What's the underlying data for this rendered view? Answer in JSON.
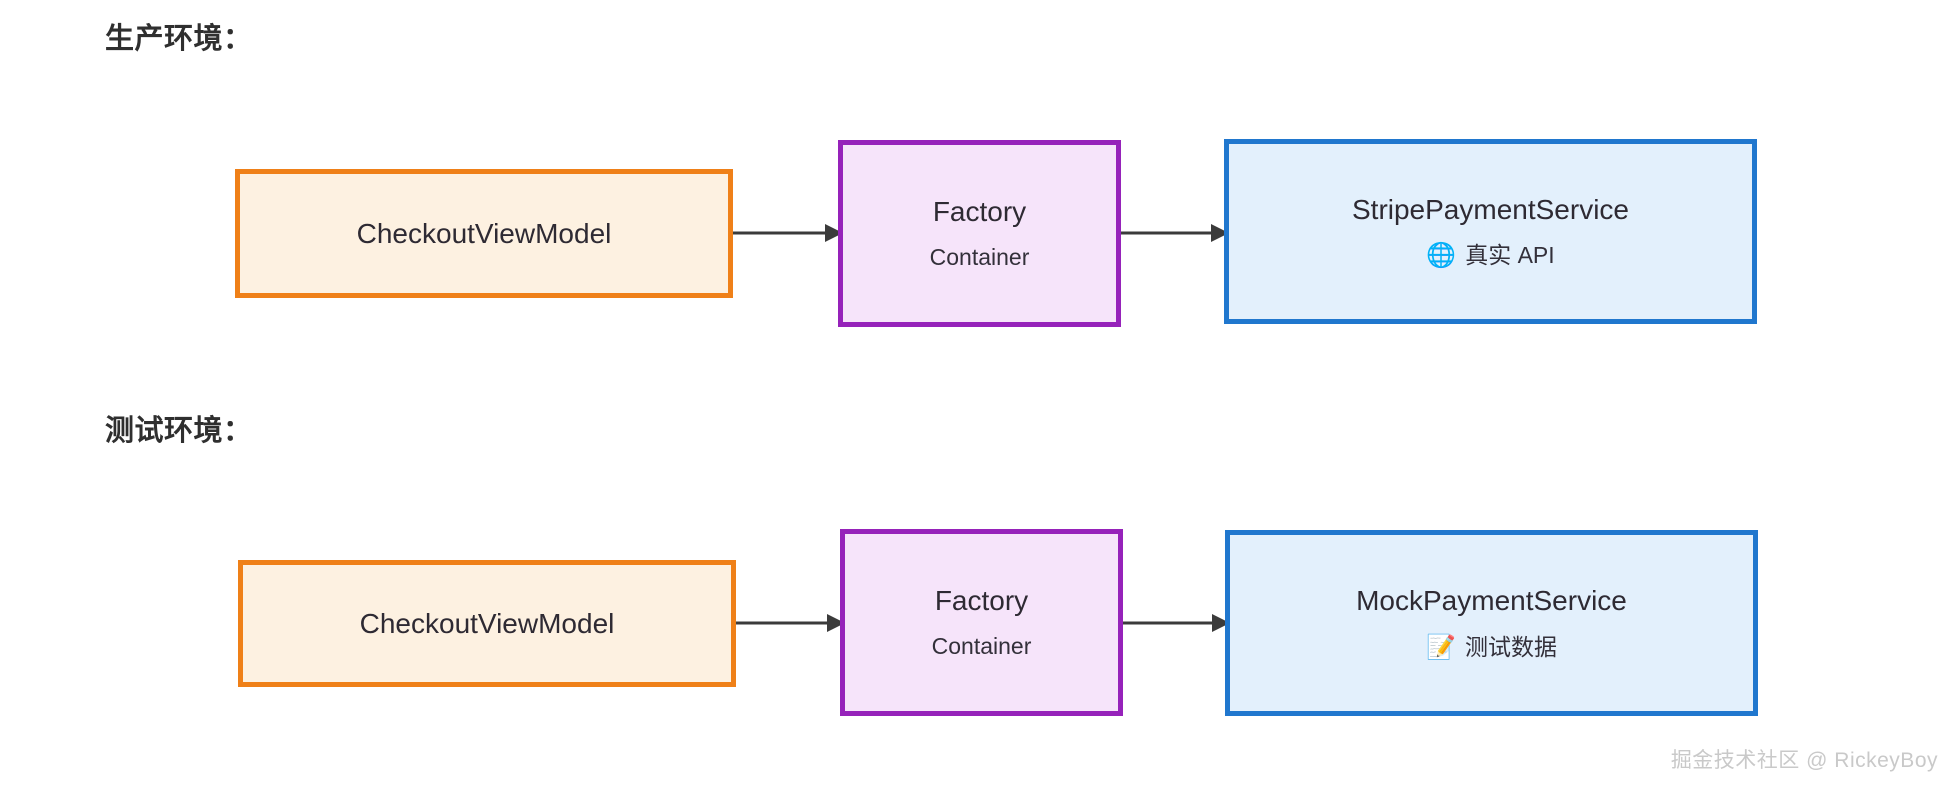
{
  "sections": [
    {
      "id": "production",
      "label": "生产环境："
    },
    {
      "id": "test",
      "label": "测试环境："
    }
  ],
  "diagram": {
    "type": "flow",
    "rows": [
      {
        "id": "production-flow",
        "nodes": [
          {
            "id": "prod-viewmodel",
            "title": "CheckoutViewModel",
            "subtitle": "",
            "emoji": "",
            "border_color": "#ef8018",
            "fill_color": "#fdf1e1"
          },
          {
            "id": "prod-factory",
            "title": "Factory",
            "subtitle": "Container",
            "emoji": "",
            "border_color": "#9622ba",
            "fill_color": "#f6e4fa"
          },
          {
            "id": "prod-service",
            "title": "StripePaymentService",
            "subtitle": "真实 API",
            "emoji": "🌐",
            "emoji_name": "globe-icon",
            "border_color": "#2077ce",
            "fill_color": "#e3f0fc"
          }
        ]
      },
      {
        "id": "test-flow",
        "nodes": [
          {
            "id": "test-viewmodel",
            "title": "CheckoutViewModel",
            "subtitle": "",
            "emoji": "",
            "border_color": "#ef8018",
            "fill_color": "#fdf1e1"
          },
          {
            "id": "test-factory",
            "title": "Factory",
            "subtitle": "Container",
            "emoji": "",
            "border_color": "#9622ba",
            "fill_color": "#f6e4fa"
          },
          {
            "id": "test-service",
            "title": "MockPaymentService",
            "subtitle": "测试数据",
            "emoji": "📝",
            "emoji_name": "memo-icon",
            "border_color": "#2077ce",
            "fill_color": "#e3f0fc"
          }
        ]
      }
    ],
    "arrow_color": "#3b3b3b"
  },
  "watermark": {
    "text": "掘金技术社区 @ RickeyBoy",
    "color": "#c9c9c9"
  }
}
